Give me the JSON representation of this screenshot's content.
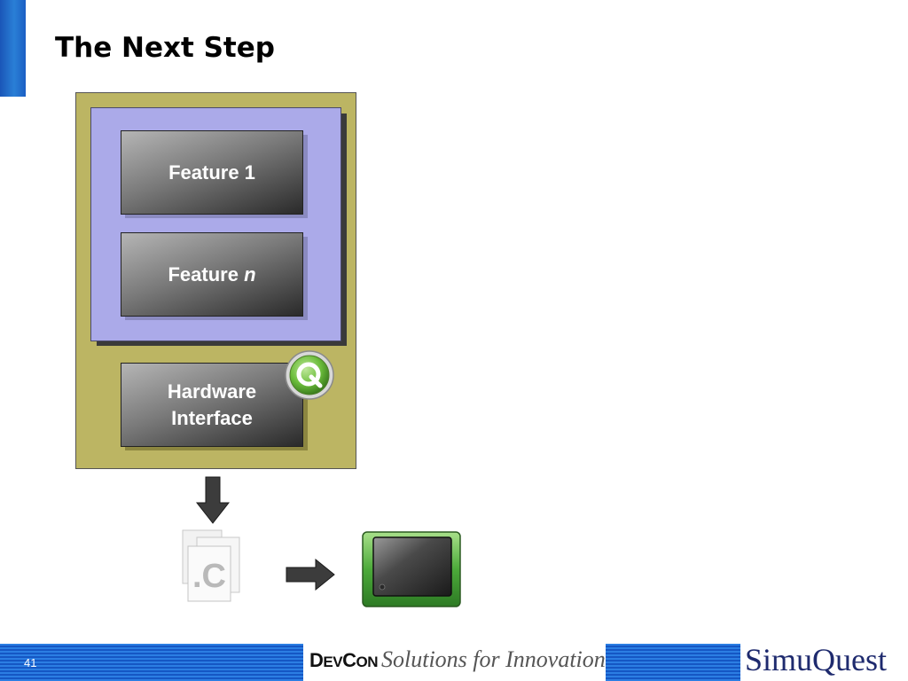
{
  "slide": {
    "title": "The Next Step",
    "number": "41"
  },
  "diagram": {
    "features": [
      {
        "label": "Feature ",
        "suffix": ""
      },
      {
        "label": "Feature ",
        "suffix": "n"
      }
    ],
    "feature_1_label": "Feature 1",
    "feature_n_prefix": "Feature ",
    "feature_n_italic": "n",
    "hardware_label": "Hardware\nInterface",
    "file_label": ".C",
    "icons": [
      "q-badge-icon",
      "down-arrow-icon",
      "c-file-icon",
      "right-arrow-icon",
      "chip-icon"
    ],
    "colors": {
      "outer": "#bcb563",
      "inner": "#abaae9",
      "badge": "#6cbd3c",
      "chip": "#4caa3a"
    }
  },
  "footer": {
    "devcon_big_d": "D",
    "devcon_mid": "EV",
    "devcon_big_c": "C",
    "devcon_end": "ON",
    "tagline": "Solutions for Innovation",
    "company": "SimuQuest"
  }
}
